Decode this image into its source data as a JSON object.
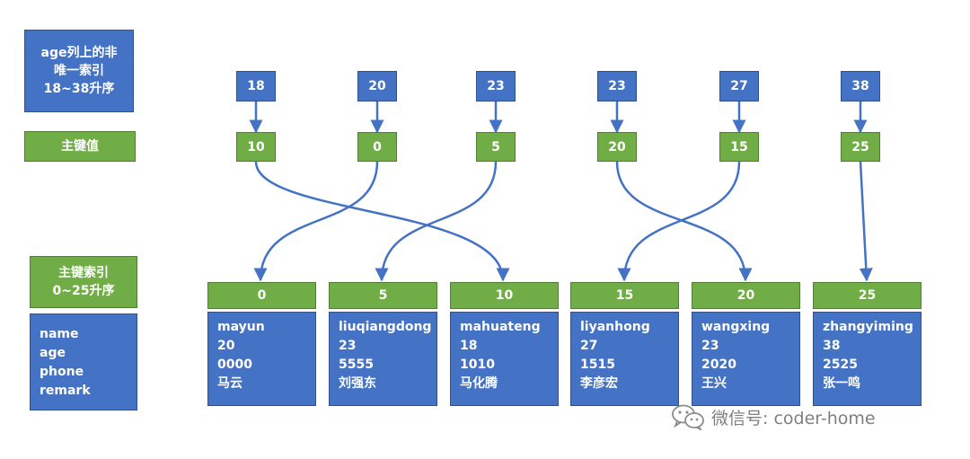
{
  "legend": {
    "secondary_index_label": [
      "age列上的非",
      "唯一索引",
      "18~38升序"
    ],
    "primary_key_value_label": "主键值",
    "primary_index_label": [
      "主键索引",
      "0~25升序"
    ],
    "fields": [
      "name",
      "age",
      "phone",
      "remark"
    ]
  },
  "secondary_index": {
    "ages": [
      "18",
      "20",
      "23",
      "23",
      "27",
      "38"
    ],
    "primary_keys": [
      "10",
      "0",
      "5",
      "20",
      "15",
      "25"
    ]
  },
  "primary_index": {
    "keys": [
      "0",
      "5",
      "10",
      "15",
      "20",
      "25"
    ],
    "rows": [
      {
        "name": "mayun",
        "age": "20",
        "phone": "0000",
        "remark": "马云"
      },
      {
        "name": "liuqiangdong",
        "age": "23",
        "phone": "5555",
        "remark": "刘强东"
      },
      {
        "name": "mahuateng",
        "age": "18",
        "phone": "1010",
        "remark": "马化腾"
      },
      {
        "name": "liyanhong",
        "age": "27",
        "phone": "1515",
        "remark": "李彦宏"
      },
      {
        "name": "wangxing",
        "age": "23",
        "phone": "2020",
        "remark": "王兴"
      },
      {
        "name": "zhangyiming",
        "age": "38",
        "phone": "2525",
        "remark": "张一鸣"
      }
    ]
  },
  "watermark": {
    "text": "微信号: coder-home",
    "icon": "wechat-icon"
  },
  "colors": {
    "blue": "#4472c4",
    "green": "#70ad47",
    "connector": "#4472c4"
  }
}
